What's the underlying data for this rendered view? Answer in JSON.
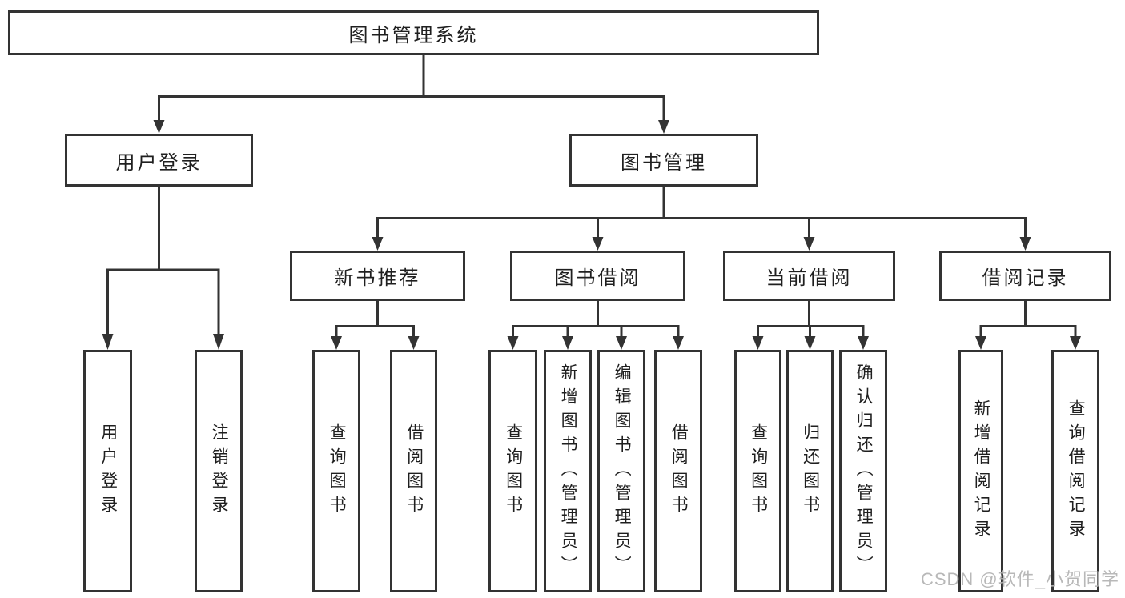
{
  "diagram": {
    "type": "tree",
    "title": "图书管理系统",
    "colors": {
      "line": "#333333",
      "box_border": "#333333",
      "text": "#1f1f1f",
      "background": "#ffffff",
      "watermark": "#b2b2b2"
    }
  },
  "watermark": {
    "text": "CSDN @软件_小贺同学"
  },
  "tree": {
    "label": "图书管理系统",
    "children": [
      {
        "label": "用户登录",
        "children": [
          {
            "label": "用户登录"
          },
          {
            "label": "注销登录"
          }
        ]
      },
      {
        "label": "图书管理",
        "children": [
          {
            "label": "新书推荐",
            "children": [
              {
                "label": "查询图书"
              },
              {
                "label": "借阅图书"
              }
            ]
          },
          {
            "label": "图书借阅",
            "children": [
              {
                "label": "查询图书"
              },
              {
                "label": "新增图书（管理员）"
              },
              {
                "label": "编辑图书（管理员）"
              },
              {
                "label": "借阅图书"
              }
            ]
          },
          {
            "label": "当前借阅",
            "children": [
              {
                "label": "查询图书"
              },
              {
                "label": "归还图书"
              },
              {
                "label": "确认归还（管理员）"
              }
            ]
          },
          {
            "label": "借阅记录",
            "children": [
              {
                "label": "新增借阅记录"
              },
              {
                "label": "查询借阅记录"
              }
            ]
          }
        ]
      }
    ]
  }
}
